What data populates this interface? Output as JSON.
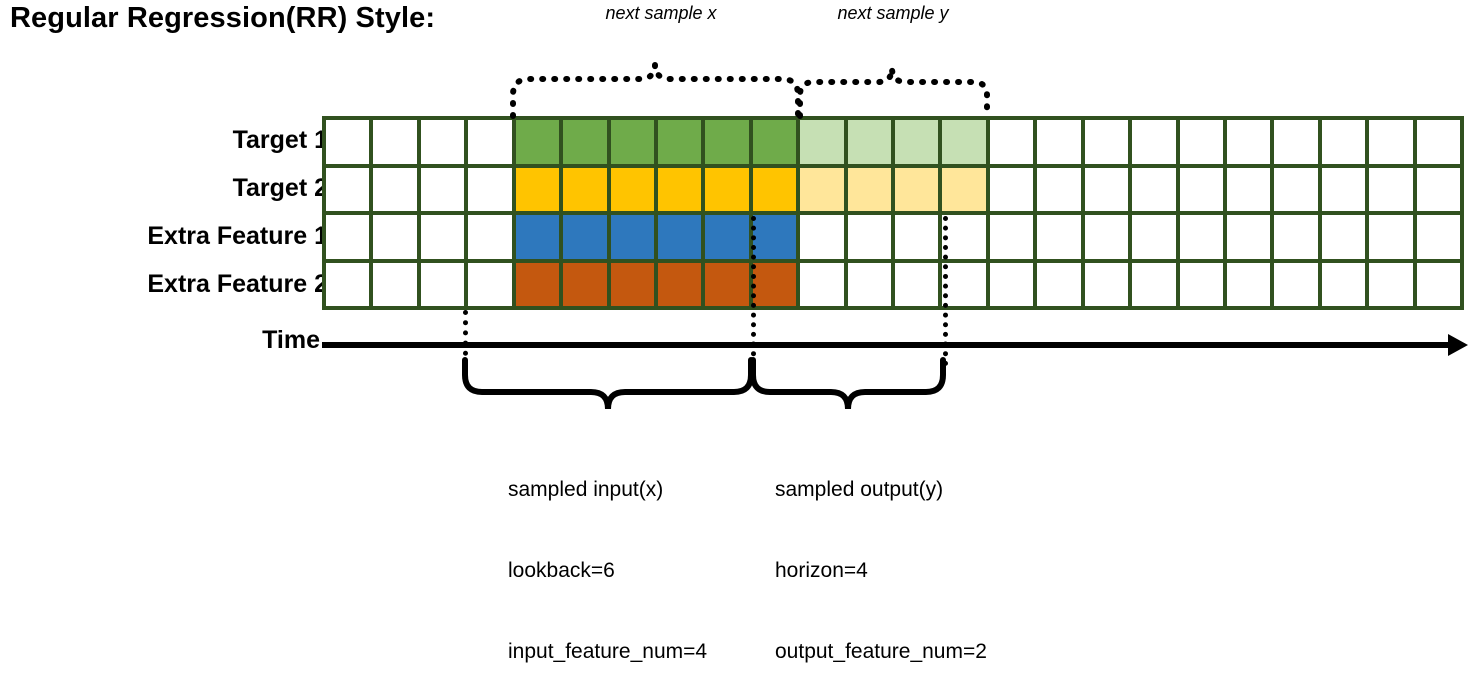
{
  "page_title": "Regular Regression(RR) Style:",
  "top_labels": {
    "next_sample_x": "next sample x",
    "next_sample_y": "next sample y"
  },
  "rows": [
    {
      "label": "Target 1",
      "key": "target-1"
    },
    {
      "label": "Target 2",
      "key": "target-2"
    },
    {
      "label": "Extra Feature 1",
      "key": "extra-feature-1"
    },
    {
      "label": "Extra Feature 2",
      "key": "extra-feature-2"
    }
  ],
  "time_axis": {
    "label": "Time",
    "arrow": "right-arrow-icon"
  },
  "captions": {
    "input": {
      "line1": "sampled input(x)",
      "line2": "lookback=6",
      "line3": "input_feature_num=4"
    },
    "output": {
      "line1": "sampled output(y)",
      "line2": "horizon=4",
      "line3": "output_feature_num=2"
    }
  },
  "colors": {
    "grid_border": "#31511f",
    "cell_empty": "#ffffff",
    "target1_dark": "#6fab4a",
    "target1_light": "#c6e0b4",
    "target2_dark": "#ffc400",
    "target2_light": "#ffe69a",
    "extra1": "#2e78bd",
    "extra2": "#c4580f",
    "line": "#000000"
  },
  "chart_data": {
    "type": "heatmap",
    "title": "Regular Regression(RR) Style:",
    "columns": 24,
    "rows": 4,
    "row_names": [
      "Target 1",
      "Target 2",
      "Extra Feature 1",
      "Extra Feature 2"
    ],
    "lookback": 6,
    "horizon": 4,
    "input_feature_num": 4,
    "output_feature_num": 2,
    "input_window_columns": [
      4,
      5,
      6,
      7,
      8,
      9
    ],
    "output_window_columns": [
      10,
      11,
      12,
      13
    ],
    "cell_fill": [
      [
        "#ffffff",
        "#ffffff",
        "#ffffff",
        "#ffffff",
        "#6fab4a",
        "#6fab4a",
        "#6fab4a",
        "#6fab4a",
        "#6fab4a",
        "#6fab4a",
        "#c6e0b4",
        "#c6e0b4",
        "#c6e0b4",
        "#c6e0b4",
        "#ffffff",
        "#ffffff",
        "#ffffff",
        "#ffffff",
        "#ffffff",
        "#ffffff",
        "#ffffff",
        "#ffffff",
        "#ffffff",
        "#ffffff"
      ],
      [
        "#ffffff",
        "#ffffff",
        "#ffffff",
        "#ffffff",
        "#ffc400",
        "#ffc400",
        "#ffc400",
        "#ffc400",
        "#ffc400",
        "#ffc400",
        "#ffe69a",
        "#ffe69a",
        "#ffe69a",
        "#ffe69a",
        "#ffffff",
        "#ffffff",
        "#ffffff",
        "#ffffff",
        "#ffffff",
        "#ffffff",
        "#ffffff",
        "#ffffff",
        "#ffffff",
        "#ffffff"
      ],
      [
        "#ffffff",
        "#ffffff",
        "#ffffff",
        "#ffffff",
        "#2e78bd",
        "#2e78bd",
        "#2e78bd",
        "#2e78bd",
        "#2e78bd",
        "#2e78bd",
        "#ffffff",
        "#ffffff",
        "#ffffff",
        "#ffffff",
        "#ffffff",
        "#ffffff",
        "#ffffff",
        "#ffffff",
        "#ffffff",
        "#ffffff",
        "#ffffff",
        "#ffffff",
        "#ffffff",
        "#ffffff"
      ],
      [
        "#ffffff",
        "#ffffff",
        "#ffffff",
        "#ffffff",
        "#c4580f",
        "#c4580f",
        "#c4580f",
        "#c4580f",
        "#c4580f",
        "#c4580f",
        "#ffffff",
        "#ffffff",
        "#ffffff",
        "#ffffff",
        "#ffffff",
        "#ffffff",
        "#ffffff",
        "#ffffff",
        "#ffffff",
        "#ffffff",
        "#ffffff",
        "#ffffff",
        "#ffffff",
        "#ffffff"
      ]
    ],
    "annotations": [
      {
        "text": "next sample x",
        "style": "dotted-brace-top",
        "span_columns": [
          4,
          9
        ]
      },
      {
        "text": "next sample y",
        "style": "dotted-brace-top",
        "span_columns": [
          10,
          13
        ]
      },
      {
        "text": "sampled input(x)\nlookback=6\ninput_feature_num=4",
        "style": "solid-brace-bottom",
        "span_columns": [
          4,
          9
        ]
      },
      {
        "text": "sampled output(y)\nhorizon=4\noutput_feature_num=2",
        "style": "solid-brace-bottom",
        "span_columns": [
          10,
          13
        ]
      }
    ],
    "grid": true,
    "legend": "none"
  }
}
